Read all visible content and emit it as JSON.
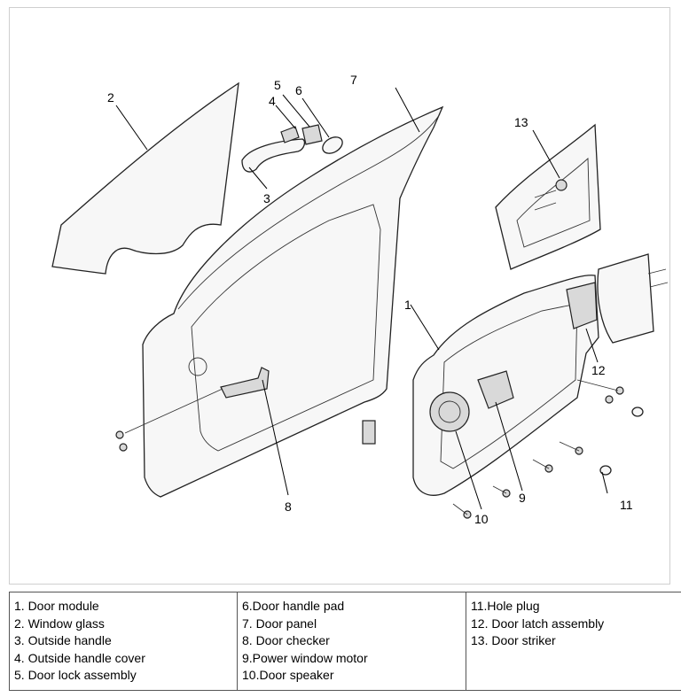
{
  "callouts": [
    "1",
    "2",
    "3",
    "4",
    "5",
    "6",
    "7",
    "8",
    "9",
    "10",
    "11",
    "12",
    "13"
  ],
  "legend": {
    "col1": [
      "1. Door module",
      "2. Window glass",
      "3. Outside handle",
      "4. Outside handle cover",
      "5. Door lock assembly"
    ],
    "col2": [
      "6.Door handle pad",
      "7. Door panel",
      "8. Door checker",
      "9.Power window motor",
      "10.Door speaker"
    ],
    "col3": [
      "11.Hole plug",
      "12. Door latch assembly",
      "13. Door striker"
    ]
  }
}
